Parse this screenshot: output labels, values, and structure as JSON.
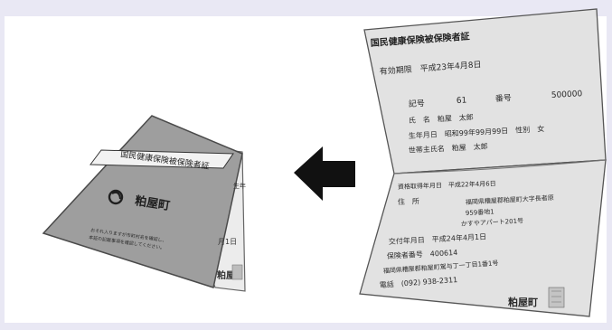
{
  "colors": {
    "background": "#e9e8f4",
    "panel": "#ffffff",
    "card_gray": "#dcdcdc",
    "card_cover": "#9a9a9a",
    "ink": "#2a2a2a",
    "arrow": "#111111"
  },
  "left_card": {
    "title": "国民健康保険被保険者証",
    "city": "粕屋町",
    "note_line_1": "おそれ入りますが市町村名を確認し、",
    "note_line_2": "本証の記載事項を確認してください。",
    "side_line_1": "生年",
    "side_line_2": "月1日",
    "side_seal": "粕屋"
  },
  "right_card": {
    "title": "国民健康保険被保険者証",
    "validity": "有効期限　平成23年4月8日",
    "kigo_label": "記号",
    "kigo_value": "61",
    "bango_label": "番号",
    "bango_value": "500000",
    "name_line": "氏　名　粕屋　太郎",
    "birth_line": "生年月日　昭和99年99月99日　性別　女",
    "head_line": "世帯主氏名　粕屋　太郎",
    "acq_line": "資格取得年月日　平成22年4月6日",
    "addr_label": "住　所",
    "addr_line_1": "福岡県糟屋郡粕屋町大字長者原",
    "addr_line_2": "959番地1",
    "addr_line_3": "かすやアパート201号",
    "issue_line": "交付年月日　平成24年4月1日",
    "insurer_line": "保険者番号　400614",
    "insurer_addr": "福岡県糟屋郡粕屋町駕与丁一丁目1番1号",
    "phone_line": "電話　(092) 938-2311",
    "seal_text": "粕屋町"
  },
  "arrow": {
    "direction": "left"
  }
}
